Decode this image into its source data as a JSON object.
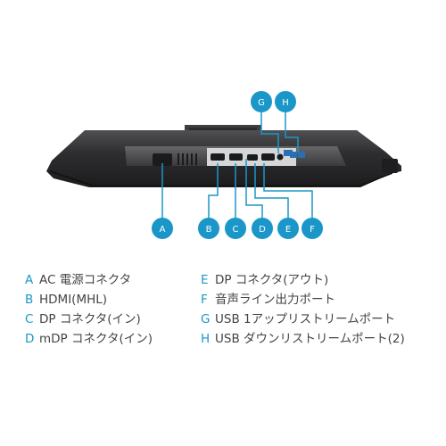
{
  "accent_color": "#1a96c9",
  "monitor": {
    "body_color": "#2d2d2f",
    "port_icon": "rear-port-panel"
  },
  "markers": [
    {
      "id": "A"
    },
    {
      "id": "B"
    },
    {
      "id": "C"
    },
    {
      "id": "D"
    },
    {
      "id": "E"
    },
    {
      "id": "F"
    },
    {
      "id": "G"
    },
    {
      "id": "H"
    }
  ],
  "legend": {
    "left": [
      {
        "letter": "A",
        "text": "AC 電源コネクタ"
      },
      {
        "letter": "B",
        "text": "HDMI(MHL)"
      },
      {
        "letter": "C",
        "text": "DP コネクタ(イン)"
      },
      {
        "letter": "D",
        "text": "mDP コネクタ(イン)"
      }
    ],
    "right": [
      {
        "letter": "E",
        "text": "DP コネクタ(アウト)"
      },
      {
        "letter": "F",
        "text": "音声ライン出力ポート"
      },
      {
        "letter": "G",
        "text": "USB 1アップリストリームポート"
      },
      {
        "letter": "H",
        "text": "USB ダウンリストリームポート(2)"
      }
    ]
  }
}
